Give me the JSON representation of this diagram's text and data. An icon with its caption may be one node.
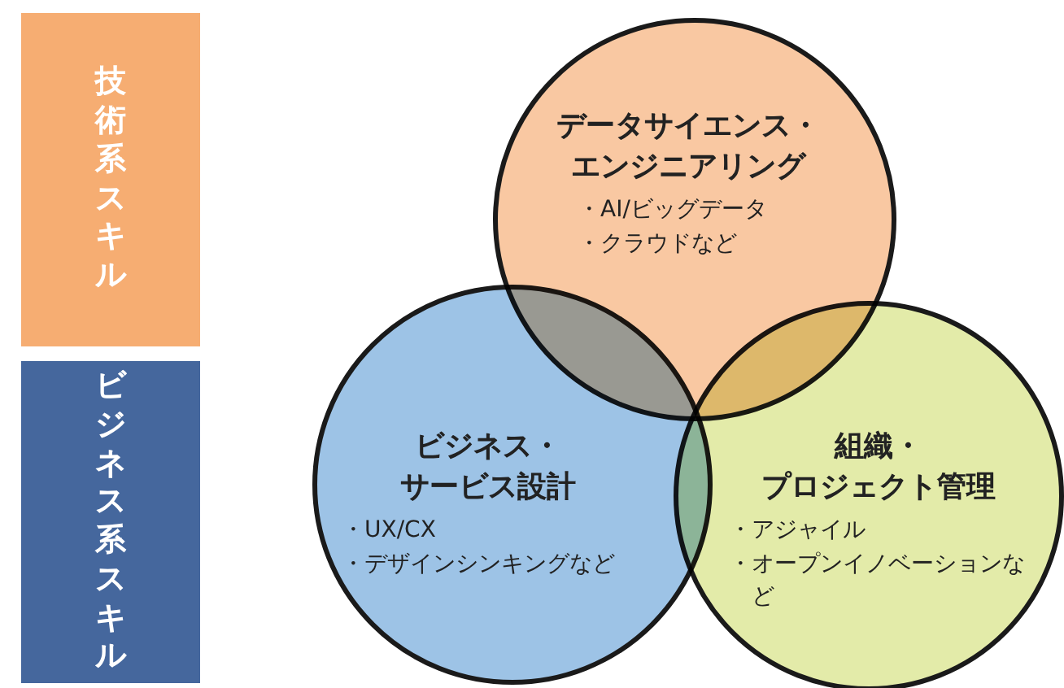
{
  "diagram": {
    "nodes": [
      {
        "text": [
          "技術系スキル"
        ]
      },
      {
        "text": [
          "ビジネス系スキル"
        ]
      },
      {
        "text": [
          "データサイエンス・エンジニアリング",
          "・AI/ビッグデータ",
          "・クラウドなど"
        ]
      },
      {
        "text": [
          "ビジネス・サービス設計",
          "・UX/CX",
          "・デザインシンキングなど"
        ]
      },
      {
        "text": [
          "組織・プロジェクト管理",
          "・アジャイル",
          "・オープンイノベーションなど"
        ]
      }
    ],
    "edges": []
  }
}
